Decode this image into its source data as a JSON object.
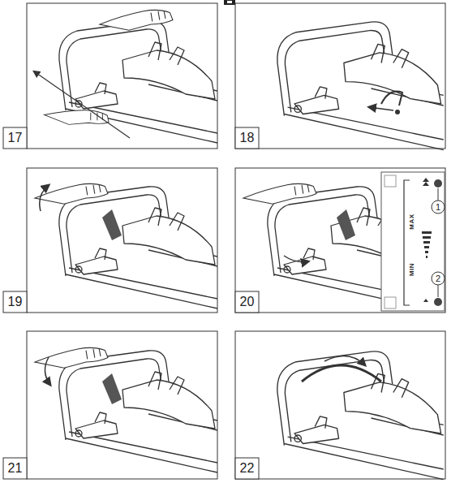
{
  "diagram": {
    "labels": [
      "17",
      "18",
      "19",
      "20",
      "21",
      "22",
      "MAX",
      "MIN",
      "1",
      "2"
    ]
  }
}
